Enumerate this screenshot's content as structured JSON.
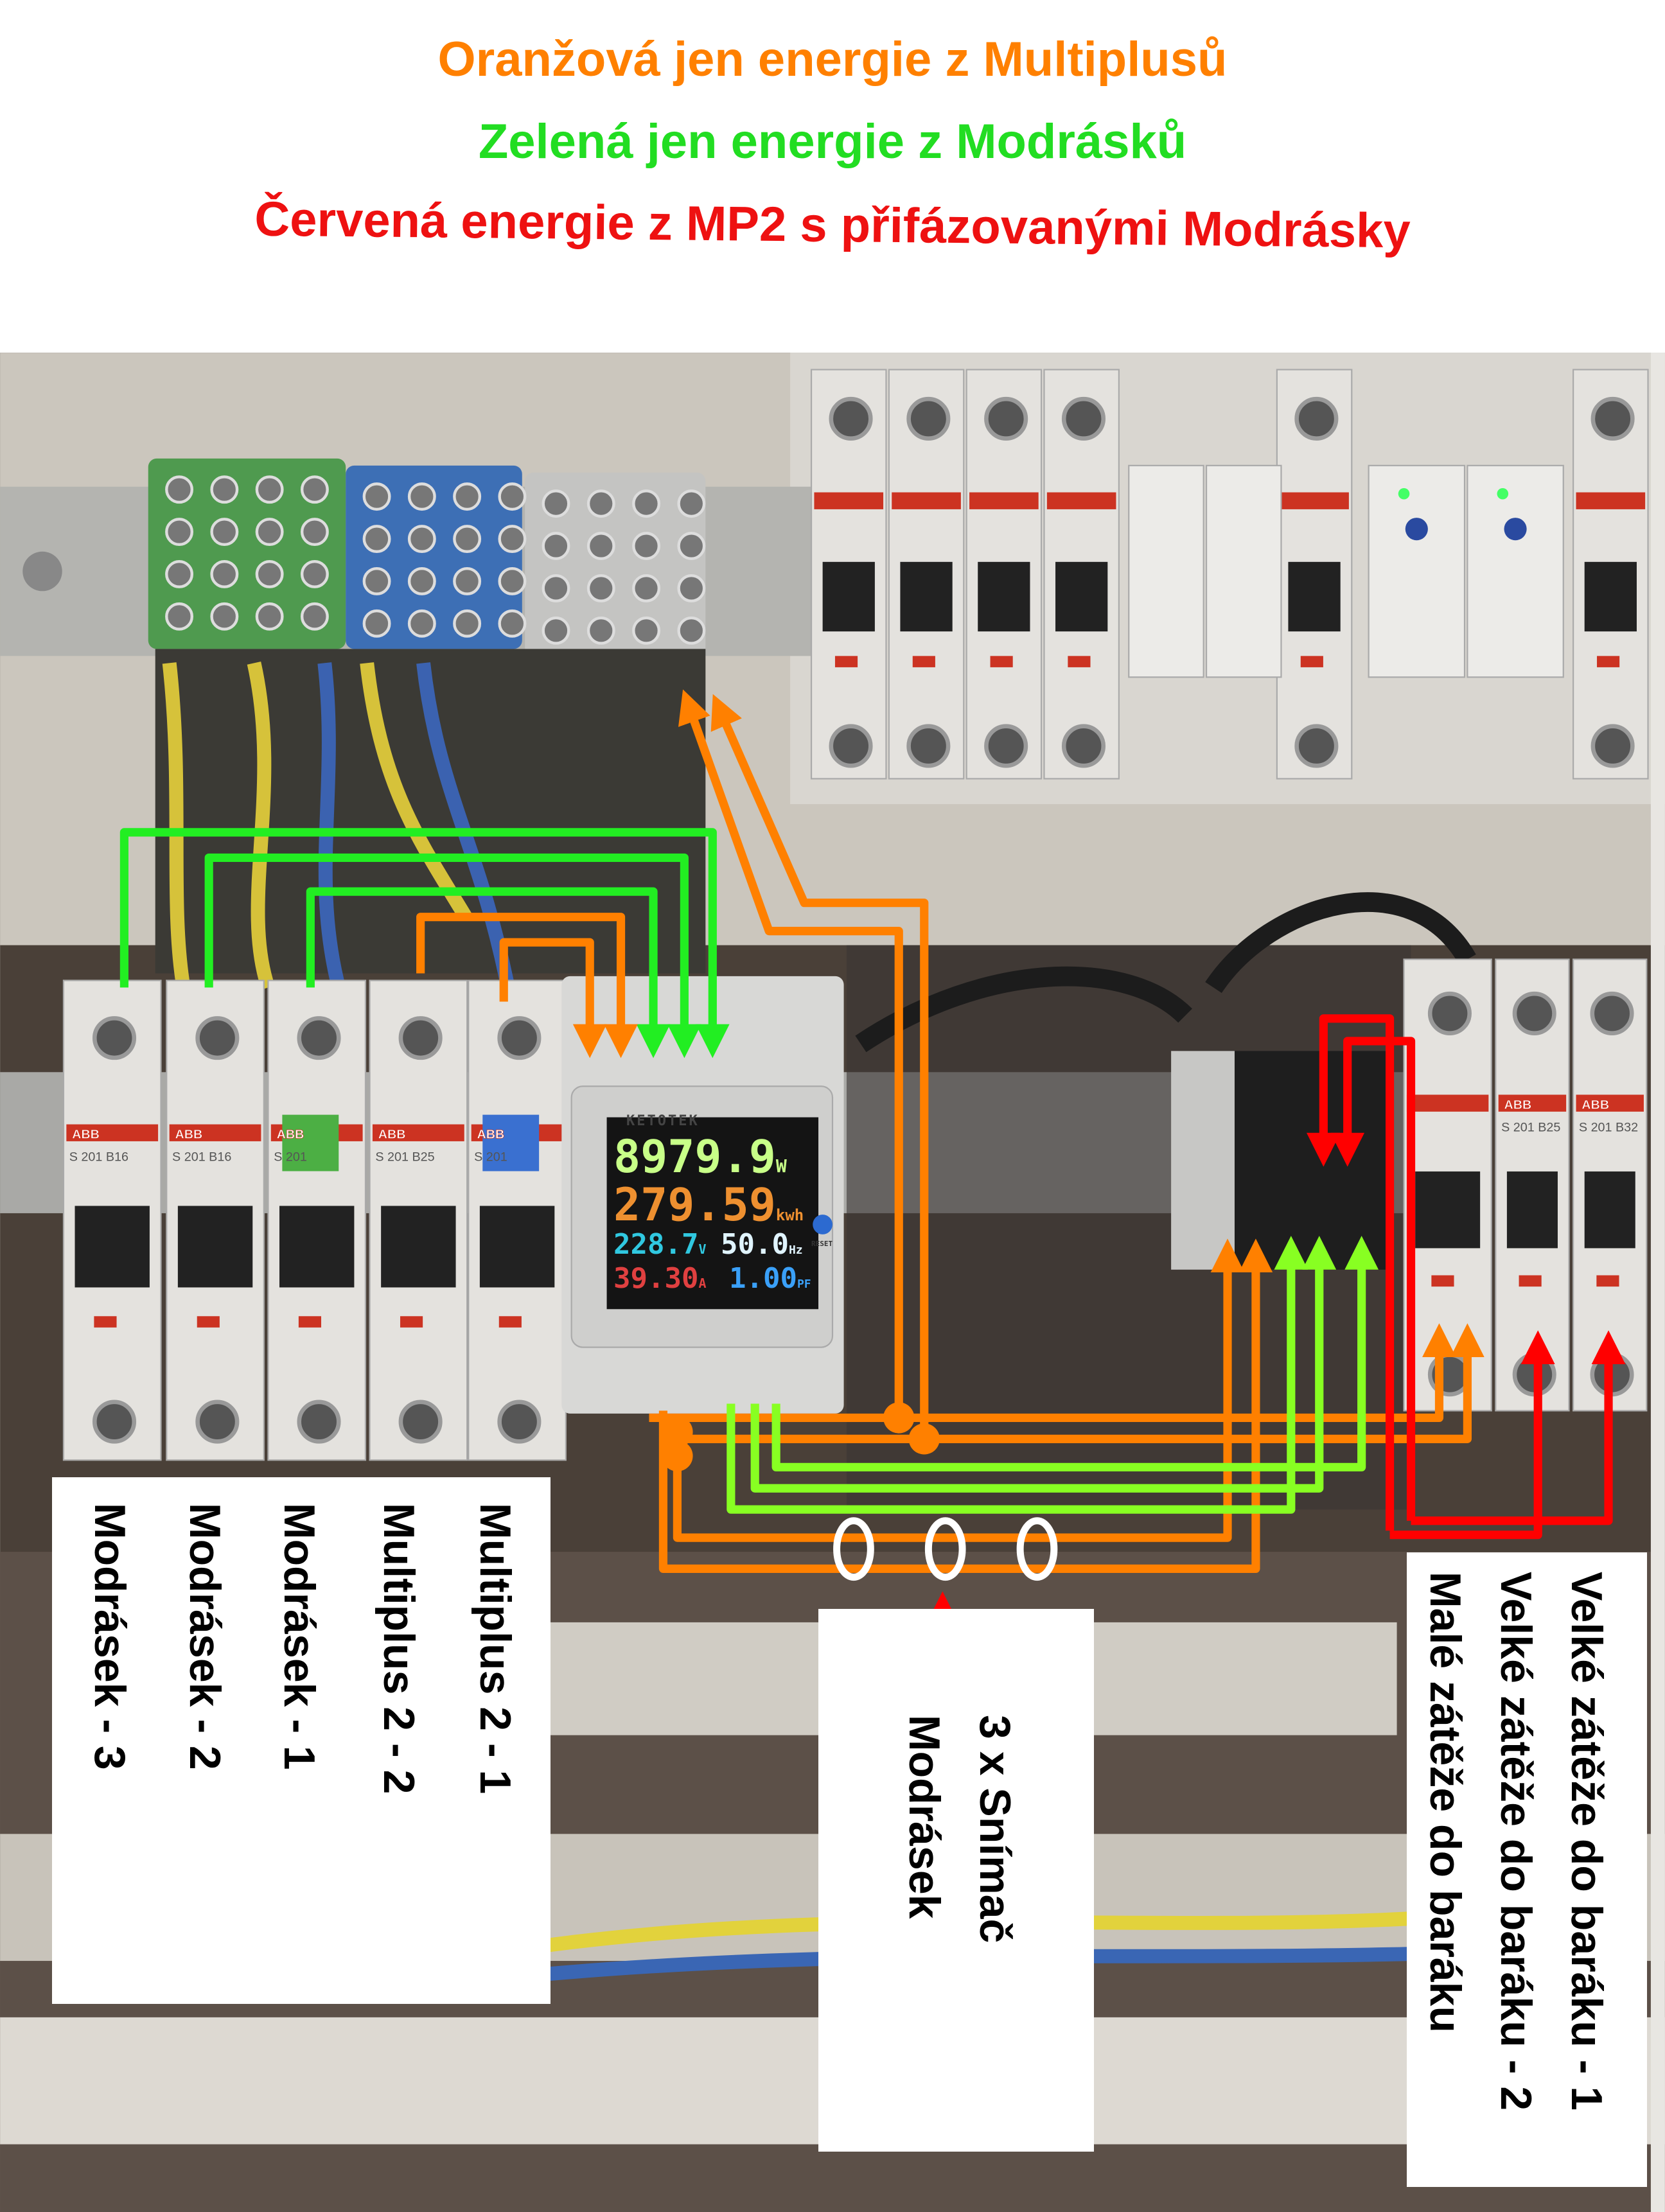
{
  "titles": [
    {
      "text": "Oranžová jen energie z Multiplusů",
      "color": "#ff8000"
    },
    {
      "text": "Zelená jen energie z Modrásků",
      "color": "#22dd22"
    },
    {
      "text": "Červená energie z MP2 s přifázovanými Modrásky",
      "color": "#ee1111"
    }
  ],
  "left_labels": [
    "Multiplus 2 - 1",
    "Multiplus 2 - 2",
    "Modrásek - 1",
    "Modrásek - 2",
    "Modrásek - 3"
  ],
  "middle_labels": [
    "3 x Snímač",
    "Modrásek"
  ],
  "right_labels": [
    "Velké zátěže do baráku  - 1",
    "Velké zátěže do baráku  - 2",
    "Malé zátěže do baráku"
  ],
  "meter": {
    "brand": "KETOTEK",
    "power": "8979.9",
    "power_unit": "W",
    "energy": "279.59",
    "energy_unit": "kwh",
    "voltage": "228.7",
    "voltage_unit": "V",
    "frequency": "50.0",
    "frequency_unit": "Hz",
    "current": "39.30",
    "current_unit": "A",
    "power_factor": "1.00",
    "pf_unit": "PF",
    "reset": "RESET"
  },
  "breakers": {
    "brand": "ABB",
    "lower_left": [
      "S 201 B16",
      "S 201 B16",
      "S 201",
      "S 201 B25",
      "S 201"
    ],
    "lower_right": [
      "S 201 B25",
      "S 201 B32"
    ]
  },
  "colors": {
    "orange": "#ff8000",
    "green": "#22ee22",
    "lime": "#88ff22",
    "red": "#ff0000"
  }
}
